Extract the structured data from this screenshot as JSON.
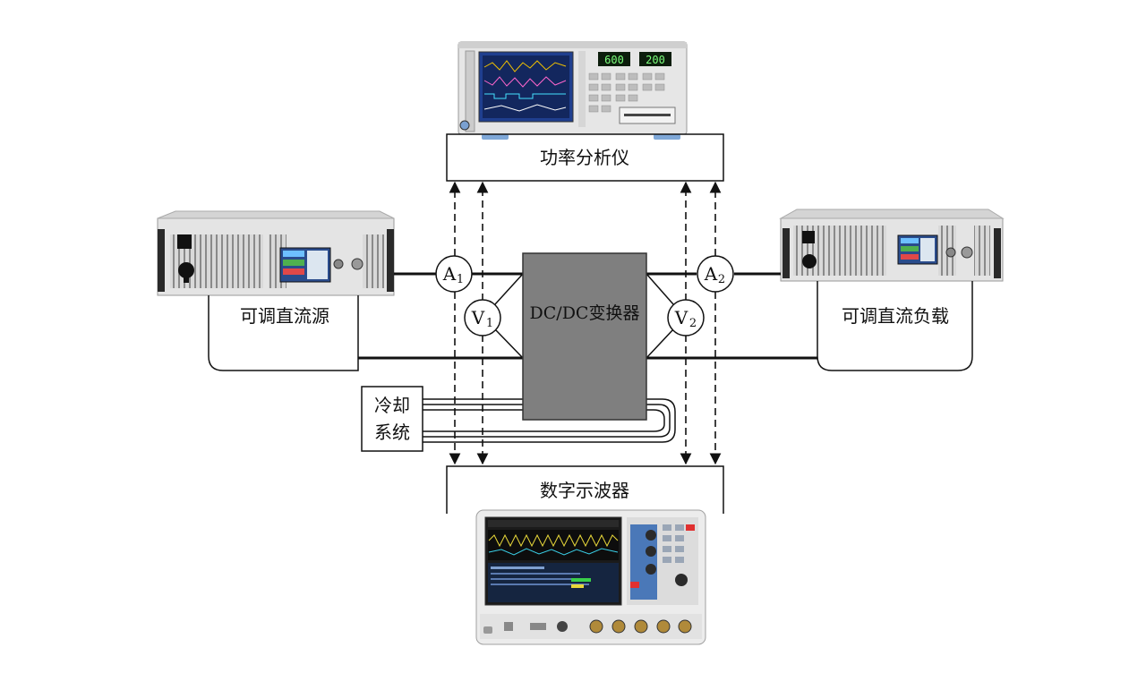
{
  "labels": {
    "power_analyzer": "功率分析仪",
    "dc_source": "可调直流源",
    "dc_load": "可调直流负载",
    "converter": "DC/DC变换器",
    "cooling_line1": "冷却",
    "cooling_line2": "系统",
    "oscilloscope": "数字示波器"
  },
  "meters": {
    "a1": {
      "letter": "A",
      "index": "1"
    },
    "a2": {
      "letter": "A",
      "index": "2"
    },
    "v1": {
      "letter": "V",
      "index": "1"
    },
    "v2": {
      "letter": "V",
      "index": "2"
    }
  },
  "analyzer_display": {
    "value1": "600",
    "value2": "200"
  },
  "colors": {
    "line": "#111111",
    "converter_fill": "#7f7f7f",
    "device_body": "#e8e8e8",
    "screen_blue": "#1f4fa0"
  },
  "icons": [
    "power-analyzer-device",
    "dc-source-device",
    "dc-load-device",
    "oscilloscope-device"
  ]
}
